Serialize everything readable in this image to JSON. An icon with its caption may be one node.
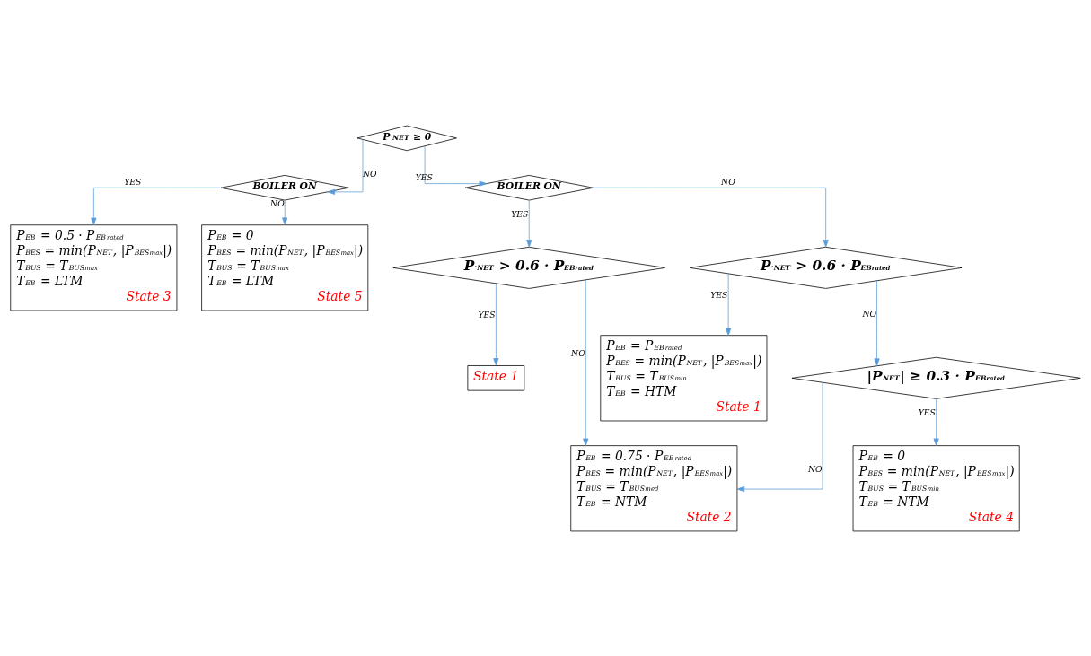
{
  "diagram": {
    "nodes": [
      {
        "text": [
          "P$^{′}$$_{NET}$ ≥ 0"
        ]
      },
      {
        "text": [
          "BOILER ON"
        ]
      },
      {
        "text": [
          "BOILER ON"
        ]
      },
      {
        "text": [
          "P$_{EB}$ = 0.5 · P$_{EB}$$^{rated}$",
          "P$_{BES}$ = min(P$_{NET}$, |P$_{BES}$$^{max}$|)",
          "T$_{BUS}$ = T$_{BUS}$$^{max}$",
          "T$_{EB}$ = LTM",
          "State 3"
        ]
      },
      {
        "text": [
          "P$_{EB}$ = 0",
          "P$_{BES}$ = min(P$_{NET}$, |P$_{BES}$$^{max}$|)",
          "T$_{BUS}$ = T$_{BUS}$$^{max}$",
          "T$_{EB}$ = LTM",
          "State 5"
        ]
      },
      {
        "text": [
          "State 1"
        ]
      },
      {
        "text": [
          "P$^{′}$$_{NET}$ > 0.6 · P$_{EB}$$^{rated}$"
        ]
      },
      {
        "text": [
          "P$_{EB}$ = 0.75 · P$_{EB}$$^{rated}$",
          "P$_{BES}$ = min(P$_{NET}$, |P$_{BES}$$^{max}$|)",
          "T$_{BUS}$ = T$_{BUS}$$^{med}$",
          "T$_{EB}$ = NTM",
          "State 2"
        ]
      },
      {
        "text": [
          "P$^{′}$$_{NET}$ > 0.6 · P$_{EB}$$^{rated}$"
        ]
      },
      {
        "text": [
          "P$_{EB}$ = P$_{EB}$$^{rated}$",
          "P$_{BES}$ = min(P$_{NET}$, |P$_{BES}$$^{max}$|)",
          "T$_{BUS}$ = T$_{BUS}$$^{min}$",
          "T$_{EB}$ = HTM",
          "State 1"
        ]
      },
      {
        "text": [
          "|P$_{NET}$| ≥ 0.3 · P$_{EB}$$^{rated}$"
        ]
      },
      {
        "text": [
          "P$_{EB}$ = 0",
          "P$_{BES}$ = min(P$_{NET}$, |P$_{BES}$$^{max}$|)",
          "T$_{BUS}$ = T$_{BUS}$$^{min}$",
          "T$_{EB}$ = NTM",
          "State 4"
        ]
      }
    ],
    "edges": [
      {
        "from": 0,
        "to": 1,
        "arrow": "to",
        "label": "NO"
      },
      {
        "from": 0,
        "to": 2,
        "arrow": "to",
        "label": "YES"
      },
      {
        "from": 1,
        "to": 3,
        "arrow": "to",
        "label": "YES"
      },
      {
        "from": 1,
        "to": 4,
        "arrow": "to",
        "label": "NO"
      },
      {
        "from": 2,
        "to": 6,
        "arrow": "to",
        "label": "YES"
      },
      {
        "from": 2,
        "to": 8,
        "arrow": "to",
        "label": "NO"
      },
      {
        "from": 6,
        "to": 5,
        "arrow": "to",
        "label": "YES"
      },
      {
        "from": 6,
        "to": 7,
        "arrow": "to",
        "label": "NO"
      },
      {
        "from": 8,
        "to": 9,
        "arrow": "to",
        "label": "YES"
      },
      {
        "from": 8,
        "to": 10,
        "arrow": "to",
        "label": "NO"
      },
      {
        "from": 10,
        "to": 7,
        "arrow": "to",
        "label": "NO"
      },
      {
        "from": 10,
        "to": 11,
        "arrow": "to",
        "label": "YES"
      }
    ]
  }
}
